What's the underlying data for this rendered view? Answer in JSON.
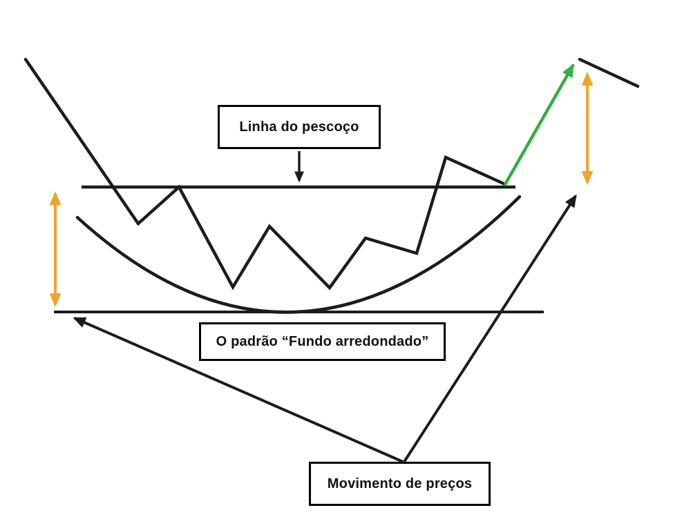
{
  "labels": {
    "neckline": "Linha do pescoço",
    "pattern": "O padrão “Fundo arredondado”",
    "price_movement": "Movimento de preços"
  },
  "colors": {
    "ink": "#1c1c1c",
    "breakout_green": "#2fb040",
    "measure_orange": "#f2a428",
    "label_border": "#000000",
    "label_text": "#111111",
    "background": "#ffffff"
  }
}
